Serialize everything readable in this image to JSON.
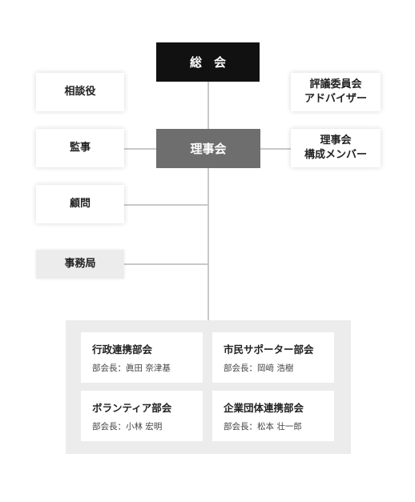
{
  "general_assembly": {
    "label": "総　会"
  },
  "advisor": {
    "label": "相談役"
  },
  "council": {
    "line1": "評議委員会",
    "line2": "アドバイザー"
  },
  "auditor": {
    "label": "監事"
  },
  "board": {
    "label": "理事会"
  },
  "board_members": {
    "line1": "理事会",
    "line2": "構成メンバー"
  },
  "consultant": {
    "label": "顧問"
  },
  "secretariat": {
    "label": "事務局"
  },
  "departments": [
    {
      "name": "行政連携部会",
      "head": "部会長：眞田 奈津基"
    },
    {
      "name": "市民サポーター部会",
      "head": "部会長：岡﨑 浩樹"
    },
    {
      "name": "ボランティア部会",
      "head": "部会長：小林 宏明"
    },
    {
      "name": "企業団体連携部会",
      "head": "部会長：松本 壮一郎"
    }
  ],
  "colors": {
    "black": "#111111",
    "dark_gray": "#6e6e6e",
    "line": "#c8c8c8",
    "panel": "#ececec"
  }
}
